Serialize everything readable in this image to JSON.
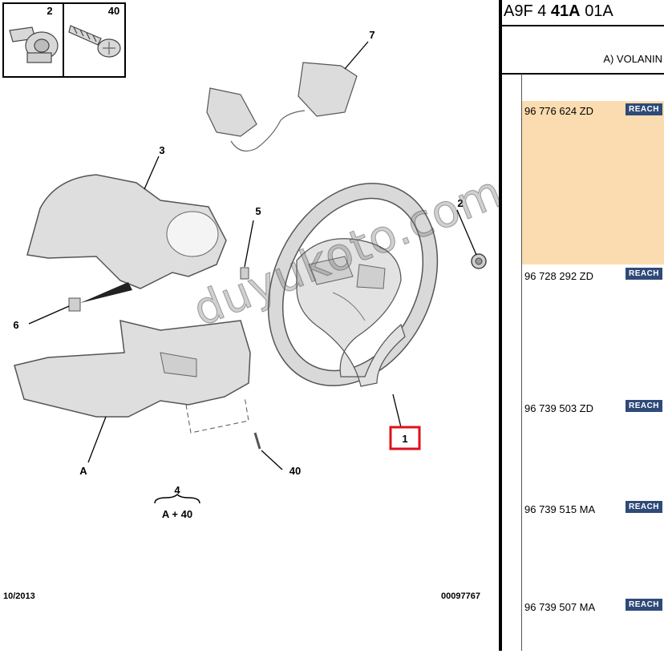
{
  "diagram": {
    "thumbs": [
      "2",
      "40"
    ],
    "callouts": {
      "steering_wheel": "1",
      "nut": "2",
      "upper_cover": "3",
      "clip": "5",
      "insert": "6",
      "switch_unit": "7",
      "lower_cover": "A",
      "screw": "40"
    },
    "kit_label": "4",
    "kit_formula": "A + 40",
    "date": "10/2013",
    "drawing_number": "00097767",
    "watermark": "duyukoto.com"
  },
  "panel": {
    "ref_prefix": "A9F 4",
    "ref_bold": "41A",
    "ref_suffix": "01A",
    "subtitle": "A) VOLANIN",
    "highlight_color": "#fbdcb0",
    "badge_color": "#2e4a78",
    "parts": [
      {
        "number": "96 776 624 ZD",
        "badge": "REACH"
      },
      {
        "number": "96 728 292 ZD",
        "badge": "REACH"
      },
      {
        "number": "96 739 503 ZD",
        "badge": "REACH"
      },
      {
        "number": "96 739 515 MA",
        "badge": "REACH"
      },
      {
        "number": "96 739 507 MA",
        "badge": "REACH"
      }
    ]
  }
}
